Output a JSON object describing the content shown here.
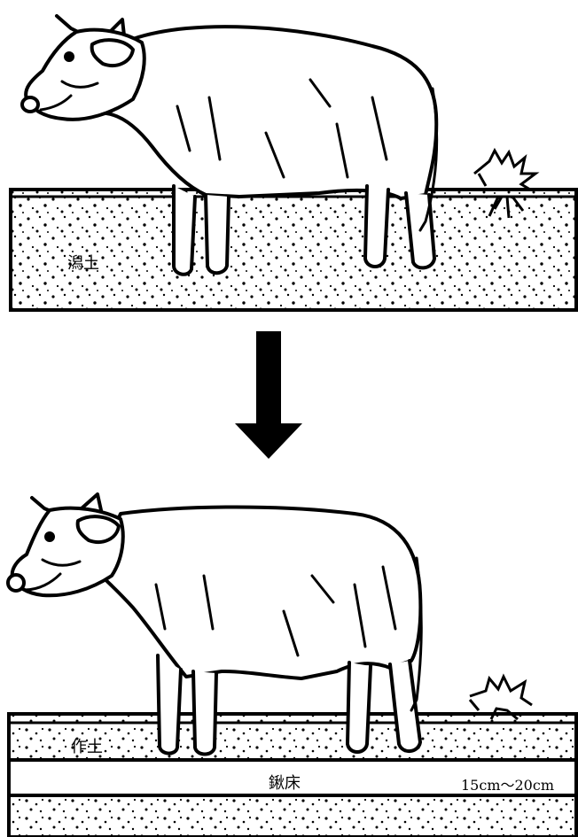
{
  "top_panel": {
    "soil_label": "潟土"
  },
  "bottom_panel": {
    "topsoil_label": "作土",
    "plow_pan_label": "鍬床",
    "depth_label": "15cm～20cm"
  },
  "colors": {
    "ink": "#000000",
    "paper": "#ffffff"
  }
}
